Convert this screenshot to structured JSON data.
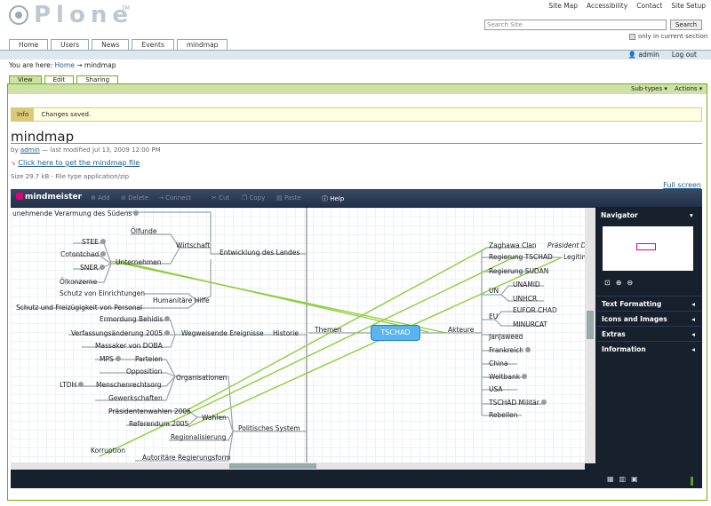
{
  "site": {
    "logo_text": "Plone",
    "logo_tm": "TM",
    "actions": [
      "Site Map",
      "Accessibility",
      "Contact",
      "Site Setup"
    ],
    "search_placeholder": "Search Site",
    "search_button": "Search",
    "only_current": "only in current section"
  },
  "portal_tabs": [
    {
      "label": "Home",
      "selected": true
    },
    {
      "label": "Users",
      "selected": false
    },
    {
      "label": "News",
      "selected": false
    },
    {
      "label": "Events",
      "selected": false
    },
    {
      "label": "mindmap",
      "selected": false
    }
  ],
  "user": {
    "name": "admin",
    "logout": "Log out"
  },
  "breadcrumb": {
    "prefix": "You are here:",
    "home": "Home",
    "sep": "→",
    "current": "mindmap"
  },
  "content_tabs": [
    {
      "label": "View",
      "selected": true
    },
    {
      "label": "Edit",
      "selected": false
    },
    {
      "label": "Sharing",
      "selected": false
    }
  ],
  "actionbar": {
    "subtypes": "Sub-types ▾",
    "actions": "Actions ▾"
  },
  "message": {
    "type": "Info",
    "text": "Changes saved."
  },
  "document": {
    "title": "mindmap",
    "by": "by",
    "author": "admin",
    "modified": "— last modified Jul 13, 2009 12:00 PM",
    "download": "Click here to get the mindmap file",
    "size": "Size 29.7 kB - File type application/zip",
    "fullscreen": "Full screen"
  },
  "mindmeister": {
    "logo": "mindmeister",
    "toolbar": [
      "Add",
      "Delete",
      "Connect",
      "Cut",
      "Copy",
      "Paste",
      "Help"
    ],
    "navigator": "Navigator",
    "panels": [
      "Text Formatting",
      "Icons and Images",
      "Extras",
      "Information"
    ]
  },
  "map": {
    "center": "TSCHAD",
    "nodes": [
      "unehmende Verarmung des Südens",
      "Ölfunde",
      "Wirtschaft",
      "Entwicklung des Landes",
      "STEE",
      "Cotontchad",
      "SNER",
      "Unternehmen",
      "Ölkonzerne",
      "Schutz von Einrichtungen",
      "Humanitäre Hilfe",
      "Schutz und Freizügigkeit von Personal",
      "Ermordung Behidis",
      "Verfassungsänderung 2005",
      "Wegweisende Ereignisse",
      "Historie",
      "Themen",
      "Massaker von DOBA",
      "MPS",
      "Parteien",
      "Opposition",
      "LTDH",
      "Menschenrechtsorg",
      "Organisationen",
      "Gewerkschaften",
      "Präsidentenwahlen 2006",
      "Wahlen",
      "Referendum 2005",
      "Regionalisierung",
      "Politisches System",
      "Korruption",
      "Autoritäre Regierungsform",
      "Zaghawa Clan",
      "Präsident De",
      "Regierung TSCHAD",
      "Legitim",
      "Regierung SUDAN",
      "UN",
      "UNAMID",
      "UNHCR",
      "EU",
      "EUFOR CHAD",
      "MINURCAT",
      "Akteure",
      "Janjaweed",
      "Frankreich",
      "China",
      "Weltbank",
      "USA",
      "TSCHAD Militär",
      "Rebellen"
    ]
  }
}
